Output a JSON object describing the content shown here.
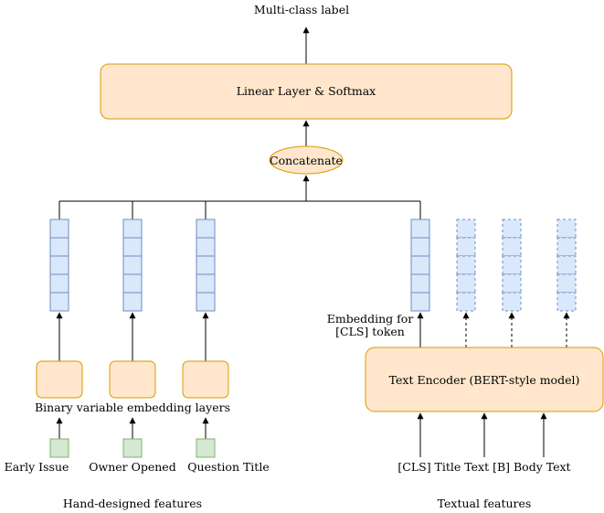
{
  "diagram": {
    "output_label": "Multi-class label",
    "linear_layer_label": "Linear Layer & Softmax",
    "concat_label": "Concatenate",
    "binary_embedding_label": "Binary variable embedding layers",
    "cls_embedding_label_line1": "Embedding for",
    "cls_embedding_label_line2": "[CLS] token",
    "text_encoder_label": "Text Encoder (BERT-style model)",
    "features": {
      "early_issue": "Early Issue",
      "owner_opened": "Owner Opened",
      "question_title": "Question Title"
    },
    "text_inputs": "[CLS] Title Text [B] Body Text",
    "group_hand": "Hand-designed features",
    "group_textual": "Textual features"
  },
  "colors": {
    "orange_fill": "#ffe6cc",
    "orange_stroke": "#d79b00",
    "blue_fill": "#dae8fc",
    "blue_stroke": "#6c8ebf",
    "green_fill": "#d5e8d4",
    "green_stroke": "#82b366"
  }
}
